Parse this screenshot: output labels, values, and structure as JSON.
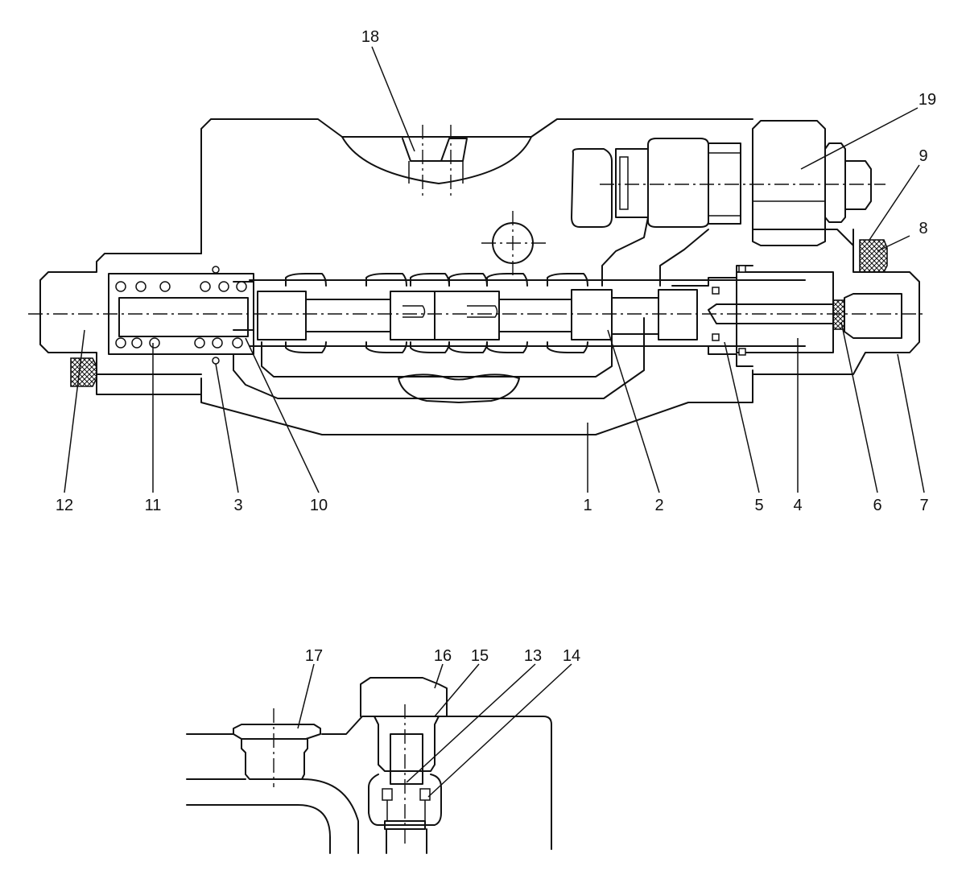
{
  "diagram": {
    "callouts": [
      {
        "id": "1",
        "label": "1"
      },
      {
        "id": "2",
        "label": "2"
      },
      {
        "id": "3",
        "label": "3"
      },
      {
        "id": "4",
        "label": "4"
      },
      {
        "id": "5",
        "label": "5"
      },
      {
        "id": "6",
        "label": "6"
      },
      {
        "id": "7",
        "label": "7"
      },
      {
        "id": "8",
        "label": "8"
      },
      {
        "id": "9",
        "label": "9"
      },
      {
        "id": "10",
        "label": "10"
      },
      {
        "id": "11",
        "label": "11"
      },
      {
        "id": "12",
        "label": "12"
      },
      {
        "id": "13",
        "label": "13"
      },
      {
        "id": "14",
        "label": "14"
      },
      {
        "id": "15",
        "label": "15"
      },
      {
        "id": "16",
        "label": "16"
      },
      {
        "id": "17",
        "label": "17"
      },
      {
        "id": "18",
        "label": "18"
      },
      {
        "id": "19",
        "label": "19"
      }
    ]
  }
}
